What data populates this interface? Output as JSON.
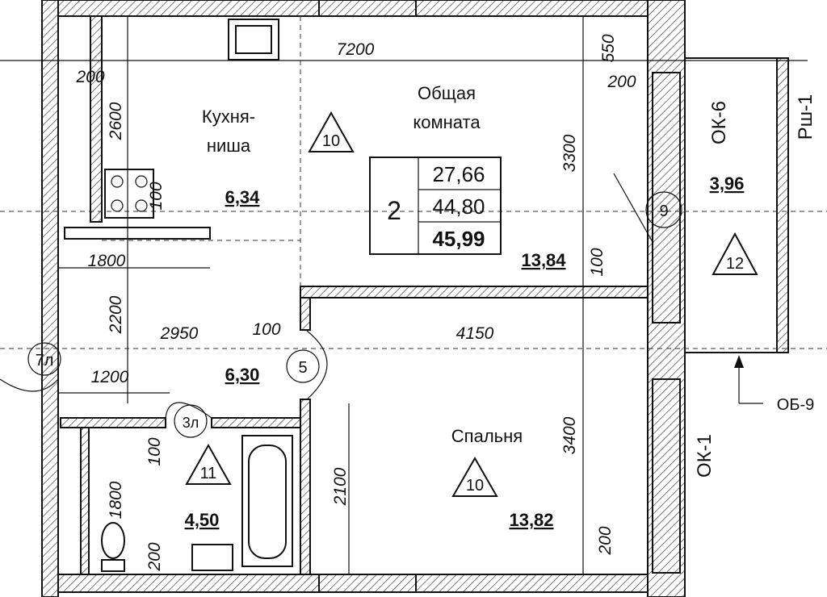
{
  "rooms": {
    "kitchen": {
      "name_line1": "Кухня-",
      "name_line2": "ниша",
      "area": "6,34",
      "finish": "10"
    },
    "living": {
      "name_line1": "Общая",
      "name_line2": "комната",
      "area": "13,84"
    },
    "bedroom": {
      "name": "Спальня",
      "area": "13,82",
      "finish": "10"
    },
    "hall": {
      "area": "6,30",
      "door_mark": "5"
    },
    "bathroom": {
      "area": "4,50",
      "finish": "11"
    },
    "balcony": {
      "area": "3,96",
      "finish": "12",
      "mark": "9"
    },
    "entry": {
      "door_mark": "7л"
    },
    "bath_door": {
      "door_mark": "3л"
    }
  },
  "summary": {
    "rooms_count": "2",
    "living_area": "27,66",
    "total_area": "44,80",
    "total_with_balcony": "45,99"
  },
  "dimensions": {
    "d7200": "7200",
    "d200a": "200",
    "d550": "550",
    "d200b": "200",
    "d2600": "2600",
    "d100a": "100",
    "d3300": "3300",
    "d1800a": "1800",
    "d100b": "100",
    "d2200": "2200",
    "d2950": "2950",
    "d100c": "100",
    "d4150": "4150",
    "d1200": "1200",
    "d3400": "3400",
    "d100d": "100",
    "d2100": "2100",
    "d1800b": "1800",
    "d200c": "200",
    "d200d": "200"
  },
  "marks": {
    "ok6": "ОК-6",
    "ok1": "ОК-1",
    "rsh1": "Рш-1",
    "ob9": "ОБ-9"
  }
}
